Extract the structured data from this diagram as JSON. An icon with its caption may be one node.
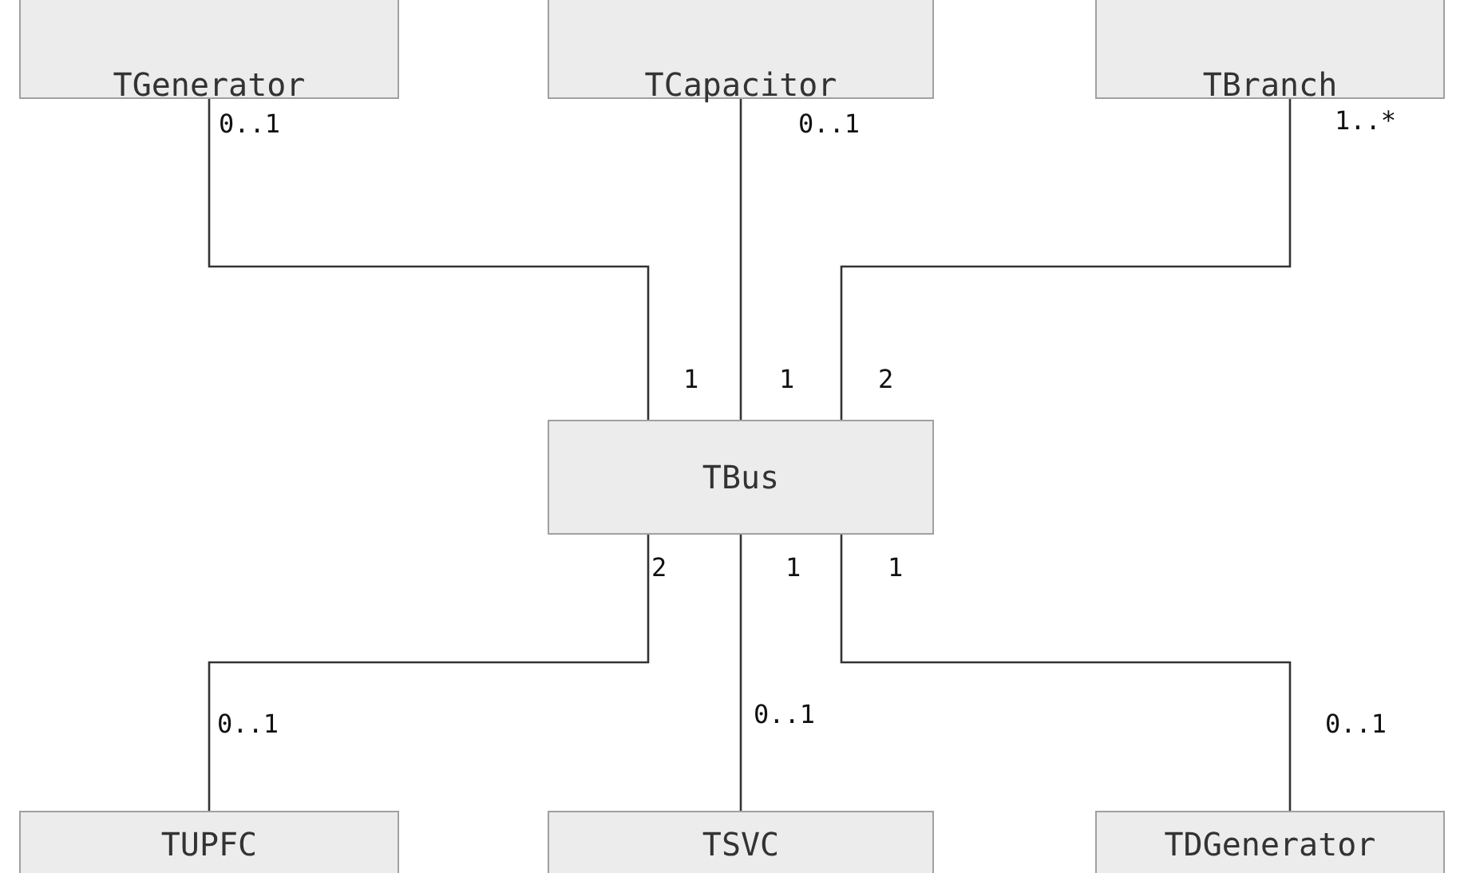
{
  "diagram": {
    "nodes": [
      {
        "text": [
          "TGenerator"
        ]
      },
      {
        "text": [
          "TCapacitor"
        ]
      },
      {
        "text": [
          "TBranch"
        ]
      },
      {
        "text": [
          "TBus"
        ]
      },
      {
        "text": [
          "TUPFC"
        ]
      },
      {
        "text": [
          "TSVC"
        ]
      },
      {
        "text": [
          "TDGenerator"
        ]
      }
    ],
    "edges": [
      {
        "from": 0,
        "to": 3,
        "arrow": "none"
      },
      {
        "from": 1,
        "to": 3,
        "arrow": "none"
      },
      {
        "from": 2,
        "to": 3,
        "arrow": "none"
      },
      {
        "from": 3,
        "to": 4,
        "arrow": "none"
      },
      {
        "from": 3,
        "to": 5,
        "arrow": "none"
      },
      {
        "from": 3,
        "to": 6,
        "arrow": "none"
      }
    ],
    "labels": [
      "0..1",
      "0..1",
      "1..*",
      "1",
      "1",
      "2",
      "2",
      "1",
      "1",
      "0..1",
      "0..1",
      "0..1"
    ]
  }
}
